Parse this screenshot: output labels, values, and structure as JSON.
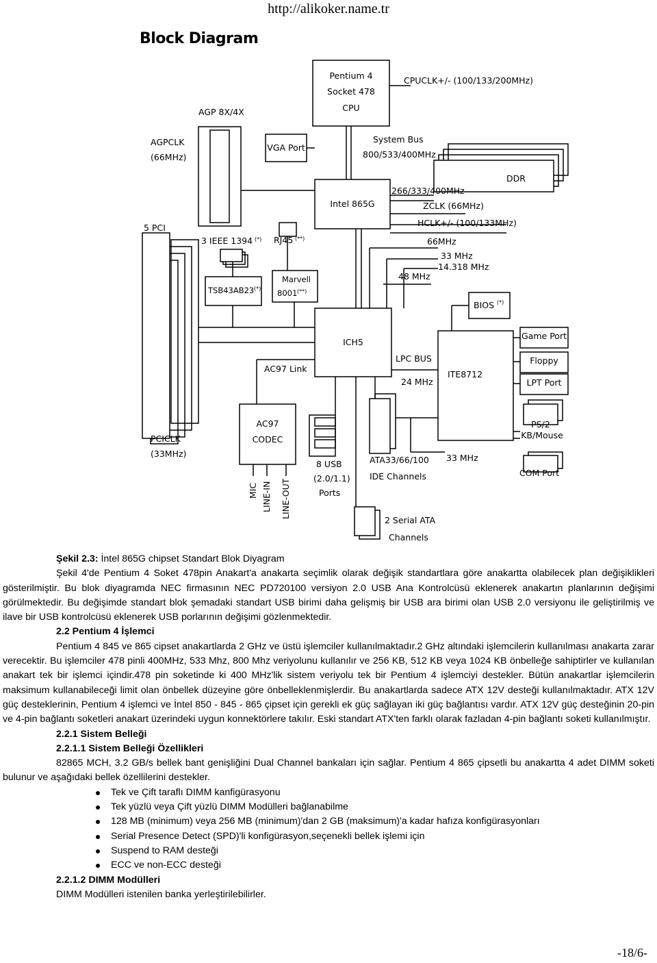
{
  "header": {
    "url": "http://alikoker.name.tr"
  },
  "diagram": {
    "title": "Block Diagram",
    "cpu": [
      "Pentium 4",
      "Socket 478",
      "CPU"
    ],
    "cpuclk": "CPUCLK+/- (100/133/200MHz)",
    "agp": "AGP 8X/4X",
    "agpclk": [
      "AGPCLK",
      "(66MHz)"
    ],
    "vga": "VGA Port",
    "sysbus": [
      "System Bus",
      "800/533/400MHz"
    ],
    "ddr": "DDR",
    "nb": "Intel 865G",
    "nb_clocks": [
      "266/333/400MHz",
      "ZCLK (66MHz)",
      "HCLK+/- (100/133MHz)",
      "66MHz",
      "33 MHz",
      "14.318 MHz",
      "48 MHz"
    ],
    "pci": "5 PCI",
    "ieee": "3 IEEE 1394",
    "ieee_mark": "(*)",
    "rj45": "RJ45",
    "rj45_mark": "(**)",
    "tsb": "TSB43AB23",
    "tsb_mark": "(*)",
    "marvell": [
      "Marvell",
      "8001"
    ],
    "marvell_mark": "(**)",
    "bios": "BIOS",
    "bios_mark": "(*)",
    "ich": "ICH5",
    "ac97link": "AC97 Link",
    "lpc": "LPC BUS",
    "lpc_clk": "24 MHz",
    "ite": "ITE8712",
    "game": "Game Port",
    "floppy": "Floppy",
    "lpt": "LPT Port",
    "ps2": [
      "PS/2",
      "KB/Mouse"
    ],
    "com": "COM Port",
    "pciclk": [
      "PCICLK",
      "(33MHz)"
    ],
    "ac97": [
      "AC97",
      "CODEC"
    ],
    "usb": [
      "8 USB",
      "(2.0/1.1)",
      "Ports"
    ],
    "ata": [
      "ATA33/66/100",
      "IDE Channels"
    ],
    "ite_clk": "33 MHz",
    "audio": [
      "MIC",
      "LINE-IN",
      "LINE-OUT"
    ],
    "sata": [
      "2 Serial ATA",
      "Channels"
    ]
  },
  "document": {
    "caption_label": "Şekil 2.3:",
    "caption_text": " İntel 865G chipset Standart Blok Diyagram",
    "p1": "Şekil 4'de Pentium 4 Soket 478pin Anakart'a anakarta seçimlik olarak değişik standartlara göre anakartta olabilecek plan değişiklikleri gösterilmiştir. Bu blok diyagramda NEC firmasının NEC PD720100 versiyon 2.0 USB Ana Kontrolcüsü eklenerek anakartın planlarının değişimi görülmektedir. Bu değişimde standart blok şemadaki standart USB birimi daha gelişmiş bir USB ara birimi olan USB 2.0 versiyonu ile geliştirilmiş ve ilave bir USB kontrolcüsü eklenerek USB porlarının değişimi gözlenmektedir.",
    "h1": "2.2 Pentium 4 İşlemci",
    "p2": "Pentium 4 845 ve 865 cipset anakartlarda 2 GHz ve üstü işlemciler kullanılmaktadır.2 GHz altındaki işlemcilerin kullanılması anakarta zarar verecektir. Bu işlemciler 478 pinli 400MHz, 533 Mhz, 800 Mhz veriyolunu kullanılır ve 256 KB, 512 KB veya 1024 KB önbelleğe sahiptirler ve kullanılan anakart tek bir işlemci içindir.478 pin soketinde ki 400 MHz'lik sistem veriyolu tek bir Pentium 4 işlemciyi destekler. Bütün anakartlar işlemcilerin maksimum kullanabileceği limit olan önbellek düzeyine göre önbelleklenmişlerdir. Bu anakartlarda sadece ATX 12V desteği kullanılmaktadır. ATX 12V güç desteklerinin, Pentium 4 işlemci ve İntel 850 - 845 - 865  çipset için gerekli ek güç sağlayan iki güç bağlantısı vardır. ATX 12V güç desteğinin 20-pin ve 4-pin bağlantı soketleri anakart üzerindeki uygun konnektörlere takılır. Eski standart ATX'ten farklı olarak fazladan 4-pin bağlantı soketi kullanılmıştır.",
    "h2": "2.2.1 Sistem Belleği",
    "h3": "2.2.1.1 Sistem Belleği Özellikleri",
    "p3": "82865 MCH, 3.2 GB/s bellek bant genişliğini Dual Channel bankaları için sağlar. Pentium 4 865 çipsetli bu anakartta 4 adet DIMM soketi bulunur ve aşağıdaki bellek özellilerini destekler.",
    "bullets": [
      "Tek ve Çift taraflı DIMM kanfigürasyonu",
      "Tek yüzlü veya Çift yüzlü DIMM Modülleri bağlanabilme",
      "128 MB (minimum) veya 256 MB (minimum)'dan 2 GB (maksimum)'a kadar hafıza konfigürasyonları",
      "Serial Presence Detect (SPD)'li konfigürasyon,seçenekli bellek işlemi için",
      "Suspend to RAM desteği",
      "ECC ve non-ECC desteği"
    ],
    "h4": "2.2.1.2 DIMM Modülleri",
    "p4": "DIMM Modülleri istenilen banka yerleştirilebilirler."
  },
  "footer": {
    "page": "-18/6-"
  }
}
